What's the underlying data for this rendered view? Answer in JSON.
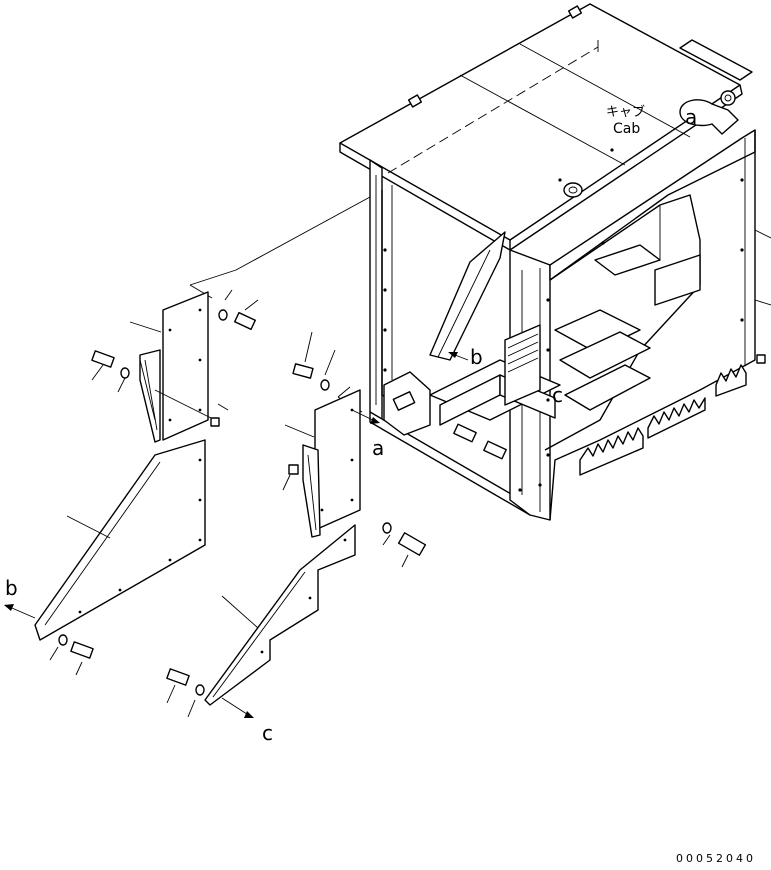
{
  "cab_label_jp": "キャブ",
  "cab_label_en": "Cab",
  "ref_a_top": "a",
  "ref_a_mid": "a",
  "ref_b_cab": "b",
  "ref_b_left": "b",
  "ref_c_cab": "c",
  "ref_c_bottom": "c",
  "drawing_code": "00052040"
}
